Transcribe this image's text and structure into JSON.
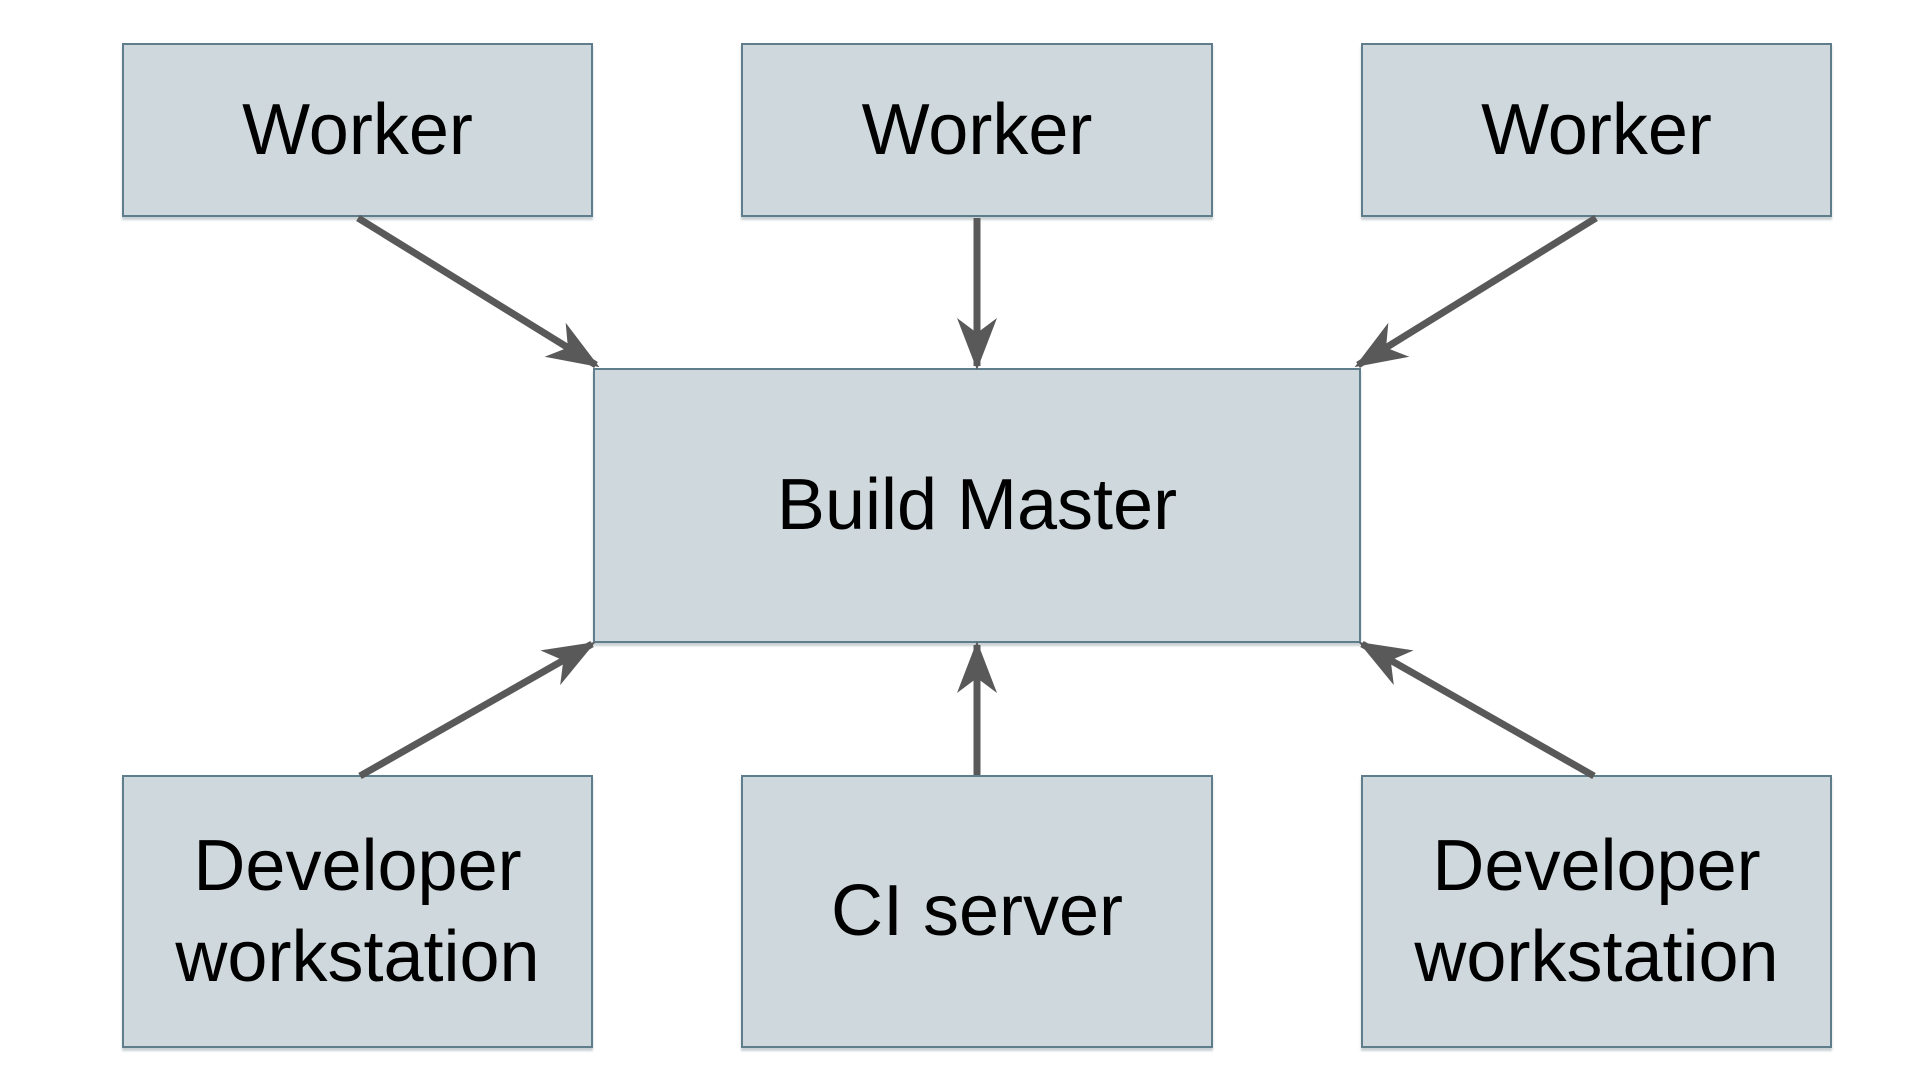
{
  "page": {
    "background": "#ffffff"
  },
  "diagram": {
    "type": "architecture-diagram",
    "colors": {
      "bg": "#ffffff",
      "box_fill": "#cfd8dc",
      "box_border": "#5f7d8a",
      "arrow_color": "#595959",
      "text_color": "#000000"
    },
    "nodes": [
      {
        "id": "worker-1",
        "label": "Worker"
      },
      {
        "id": "worker-2",
        "label": "Worker"
      },
      {
        "id": "worker-3",
        "label": "Worker"
      },
      {
        "id": "build-master",
        "label": "Build Master"
      },
      {
        "id": "dev-workstation-left",
        "label": "Developer workstation"
      },
      {
        "id": "ci-server",
        "label": "CI server"
      },
      {
        "id": "dev-workstation-right",
        "label": "Developer workstation"
      }
    ],
    "edges": [
      {
        "from": "worker-1",
        "to": "build-master"
      },
      {
        "from": "worker-2",
        "to": "build-master"
      },
      {
        "from": "worker-3",
        "to": "build-master"
      },
      {
        "from": "ci-server",
        "to": "build-master"
      },
      {
        "from": "dev-workstation-left",
        "to": "build-master"
      },
      {
        "from": "dev-workstation-right",
        "to": "build-master"
      }
    ]
  }
}
